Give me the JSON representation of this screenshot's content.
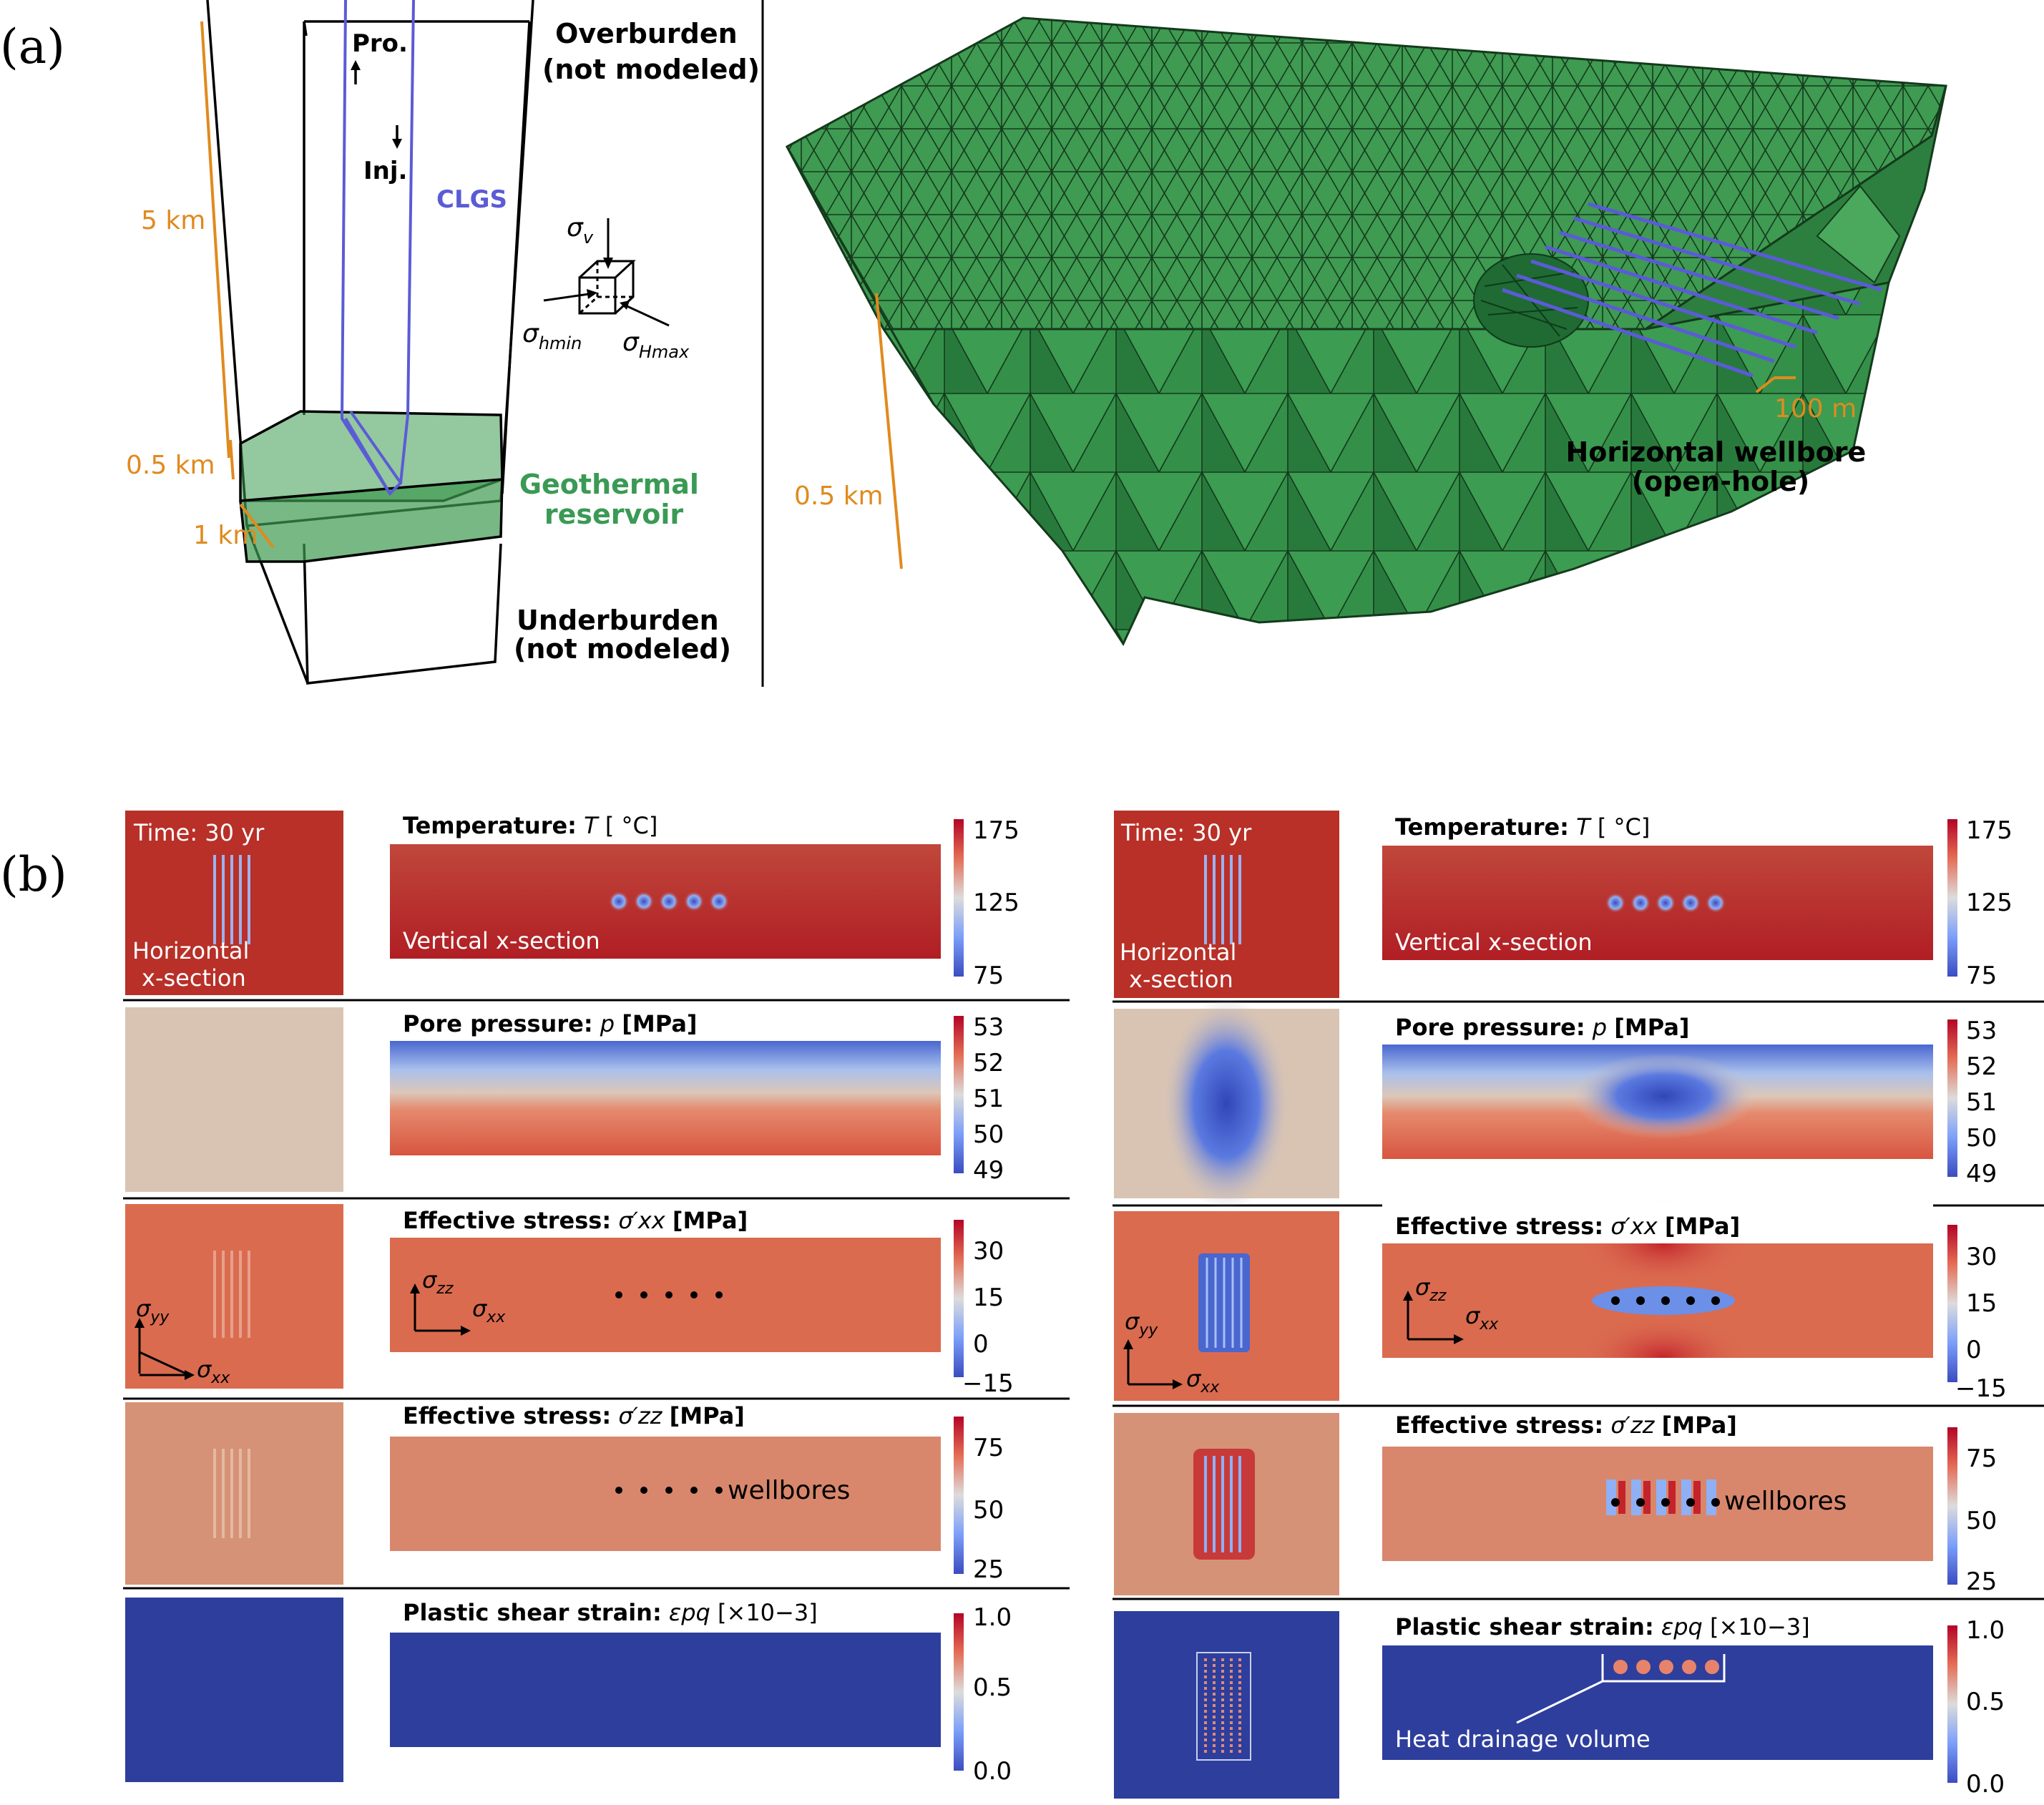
{
  "panel_a": {
    "label": "(a)",
    "overburden": [
      "Overburden",
      "(not modeled)"
    ],
    "underburden": [
      "Underburden",
      "(not modeled)"
    ],
    "reservoir": [
      "Geothermal",
      "reservoir"
    ],
    "clgs": "CLGS",
    "pro": "Pro.",
    "inj": "Inj.",
    "depth_total": "5 km",
    "depth_reservoir": "0.5 km",
    "width_reservoir": "1 km",
    "stress_v": "σ",
    "stress_v_sub": "v",
    "stress_hmin": "σ",
    "stress_hmin_sub": "hmin",
    "stress_hmax": "σ",
    "stress_hmax_sub": "Hmax",
    "mesh_depth": "0.5 km",
    "spacing": "100 m",
    "wellbore": [
      "Horizontal wellbore",
      "(open-hole)"
    ]
  },
  "panel_b": {
    "label": "(b)",
    "time_label": "Time: 30 yr",
    "horizontal_label": [
      "Horizontal",
      "x-section"
    ],
    "vertical_label": "Vertical x-section",
    "wellbores_label": "wellbores",
    "heat_volume_label": "Heat drainage volume",
    "axes": {
      "sigma": "σ",
      "xx": "xx",
      "yy": "yy",
      "zz": "zz"
    },
    "rows": [
      {
        "title": "Temperature:",
        "var": "T",
        "unit": "[ °C]",
        "ticks": [
          "175",
          "125",
          "75"
        ]
      },
      {
        "title": "Pore pressure:",
        "var": "p",
        "unit": "[MPa]",
        "ticks": [
          "53",
          "52",
          "51",
          "50",
          "49"
        ]
      },
      {
        "title": "Effective stress:",
        "var": "σ′xx",
        "unit": "[MPa]",
        "ticks": [
          "30",
          "15",
          "0",
          "−15"
        ]
      },
      {
        "title": "Effective stress:",
        "var": "σ′zz",
        "unit": "[MPa]",
        "ticks": [
          "75",
          "50",
          "25"
        ]
      },
      {
        "title": "Plastic shear strain:",
        "var": "εpq",
        "unit": "[×10−3]",
        "ticks": [
          "1.0",
          "0.5",
          "0.0"
        ]
      }
    ]
  },
  "colors": {
    "mesh_green": "#3d9a50",
    "orange": "#e08a1e",
    "well_blue": "#5b5bd6",
    "reservoir_label": "#3a9a55",
    "warm_red": "#c0392b",
    "cool_blue": "#3a4fa6"
  }
}
